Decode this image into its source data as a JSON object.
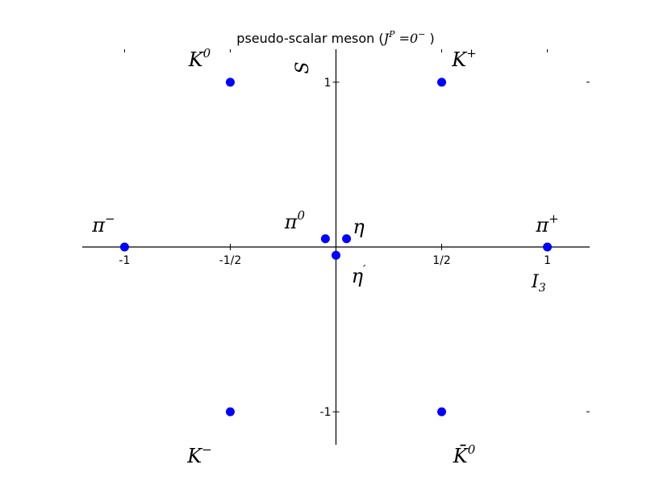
{
  "chart_data": {
    "type": "scatter",
    "title": "pseudo-scalar meson (",
    "title_math_base": "J",
    "title_math_sup": "P",
    "title_math_eq": " =0",
    "title_math_eqsup": "−",
    "title_close": " )",
    "xlabel": "I",
    "xlabel_sub": "3",
    "ylabel": "S",
    "xlim": [
      -1.2,
      1.2
    ],
    "ylim": [
      -1.2,
      1.2
    ],
    "x_ticks": [
      {
        "value": -1,
        "label": "-1"
      },
      {
        "value": -0.5,
        "label": "-1/2"
      },
      {
        "value": 0.5,
        "label": "1/2"
      },
      {
        "value": 1,
        "label": "1"
      }
    ],
    "y_ticks": [
      {
        "value": 1,
        "label": "1"
      },
      {
        "value": -1,
        "label": "-1"
      }
    ],
    "marker_color": "#0000ff",
    "points": [
      {
        "x": -0.5,
        "y": 1,
        "base": "K",
        "sup": "0"
      },
      {
        "x": 0.5,
        "y": 1,
        "base": "K",
        "sup": "+"
      },
      {
        "x": -1,
        "y": 0,
        "base": "π",
        "sup": "−"
      },
      {
        "x": -0.05,
        "y": 0.05,
        "base": "π",
        "sup": "0"
      },
      {
        "x": 0.05,
        "y": 0.05,
        "base": "η",
        "sup": ""
      },
      {
        "x": 0,
        "y": -0.05,
        "base": "η",
        "sup": "′"
      },
      {
        "x": 1,
        "y": 0,
        "base": "π",
        "sup": "+"
      },
      {
        "x": -0.5,
        "y": -1,
        "base": "K",
        "sup": "−"
      },
      {
        "x": 0.5,
        "y": -1,
        "base": "K̄",
        "sup": "0"
      }
    ]
  }
}
